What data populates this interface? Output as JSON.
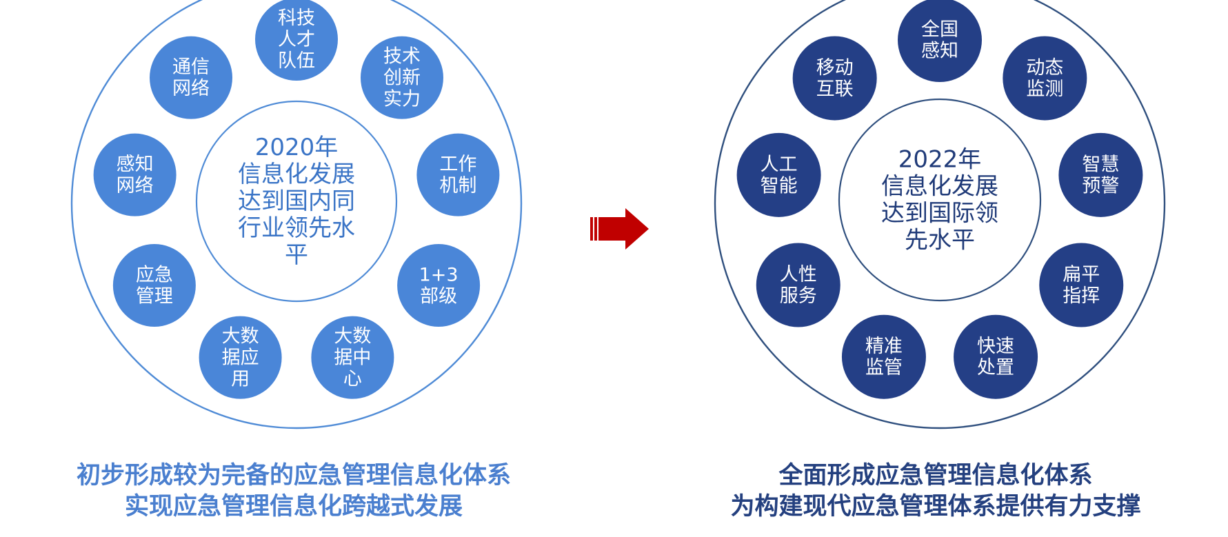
{
  "colors": {
    "left_node": "#4a86d8",
    "left_ring": "#4f8bd6",
    "left_center_text": "#3a74c6",
    "left_caption": "#4a7fcf",
    "right_node": "#243f86",
    "right_ring": "#2f4f7e",
    "right_center_text": "#1f3a78",
    "right_caption": "#24407f",
    "arrow": "#c00000"
  },
  "left": {
    "center_lines": [
      "2020年",
      "信息化发展",
      "达到国内同",
      "行业领先水",
      "平"
    ],
    "nodes": [
      {
        "lines": [
          "科技",
          "人才",
          "队伍"
        ]
      },
      {
        "lines": [
          "技术",
          "创新",
          "实力"
        ]
      },
      {
        "lines": [
          "工作",
          "机制"
        ]
      },
      {
        "lines": [
          "1+3",
          "部级"
        ]
      },
      {
        "lines": [
          "大数",
          "据中",
          "心"
        ]
      },
      {
        "lines": [
          "大数",
          "据应",
          "用"
        ]
      },
      {
        "lines": [
          "应急",
          "管理"
        ]
      },
      {
        "lines": [
          "感知",
          "网络"
        ]
      },
      {
        "lines": [
          "通信",
          "网络"
        ]
      }
    ],
    "caption": [
      "初步形成较为完备的应急管理信息化体系",
      "实现应急管理信息化跨越式发展"
    ]
  },
  "right": {
    "center_lines": [
      "2022年",
      "信息化发展",
      "达到国际领",
      "先水平"
    ],
    "nodes": [
      {
        "lines": [
          "全国",
          "感知"
        ]
      },
      {
        "lines": [
          "动态",
          "监测"
        ]
      },
      {
        "lines": [
          "智慧",
          "预警"
        ]
      },
      {
        "lines": [
          "扁平",
          "指挥"
        ]
      },
      {
        "lines": [
          "快速",
          "处置"
        ]
      },
      {
        "lines": [
          "精准",
          "监管"
        ]
      },
      {
        "lines": [
          "人性",
          "服务"
        ]
      },
      {
        "lines": [
          "人工",
          "智能"
        ]
      },
      {
        "lines": [
          "移动",
          "互联"
        ]
      }
    ],
    "caption": [
      "全面形成应急管理信息化体系",
      "为构建现代应急管理体系提供有力支撑"
    ]
  }
}
